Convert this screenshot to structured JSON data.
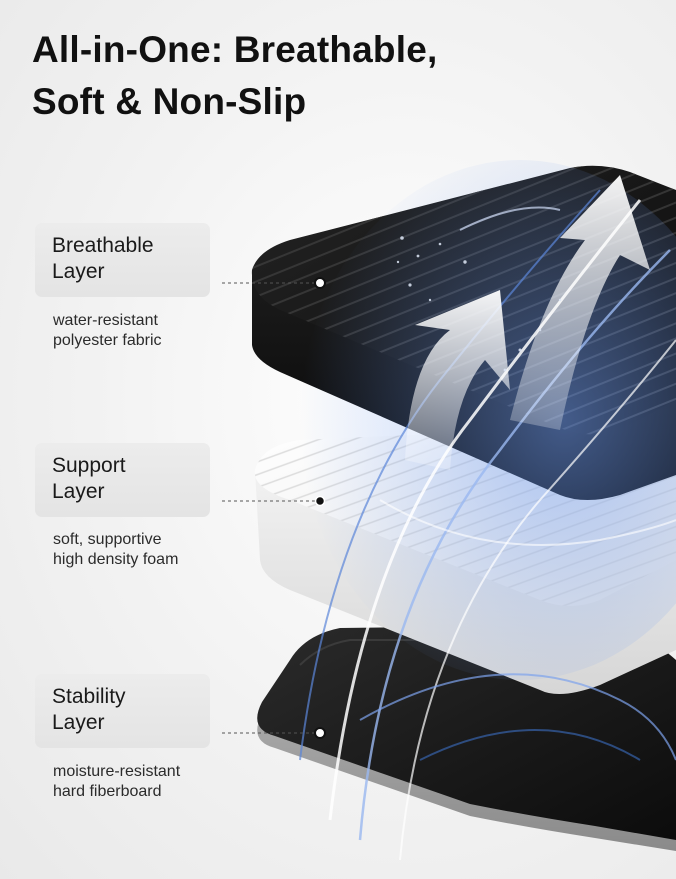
{
  "title": {
    "line1": "All-in-One: Breathable,",
    "line2": "Soft & Non-Slip"
  },
  "layers": [
    {
      "label_line1": "Breathable",
      "label_line2": "Layer",
      "desc_line1": "water-resistant",
      "desc_line2": "polyester fabric"
    },
    {
      "label_line1": "Support",
      "label_line2": "Layer",
      "desc_line1": "soft, supportive",
      "desc_line2": "high density foam"
    },
    {
      "label_line1": "Stability",
      "label_line2": "Layer",
      "desc_line1": "moisture-resistant",
      "desc_line2": "hard fiberboard"
    }
  ],
  "colors": {
    "fabric": "#141414",
    "foam": "#f4f4f4",
    "board": "#1f1f1f",
    "airflow": "#3c6fc4"
  }
}
